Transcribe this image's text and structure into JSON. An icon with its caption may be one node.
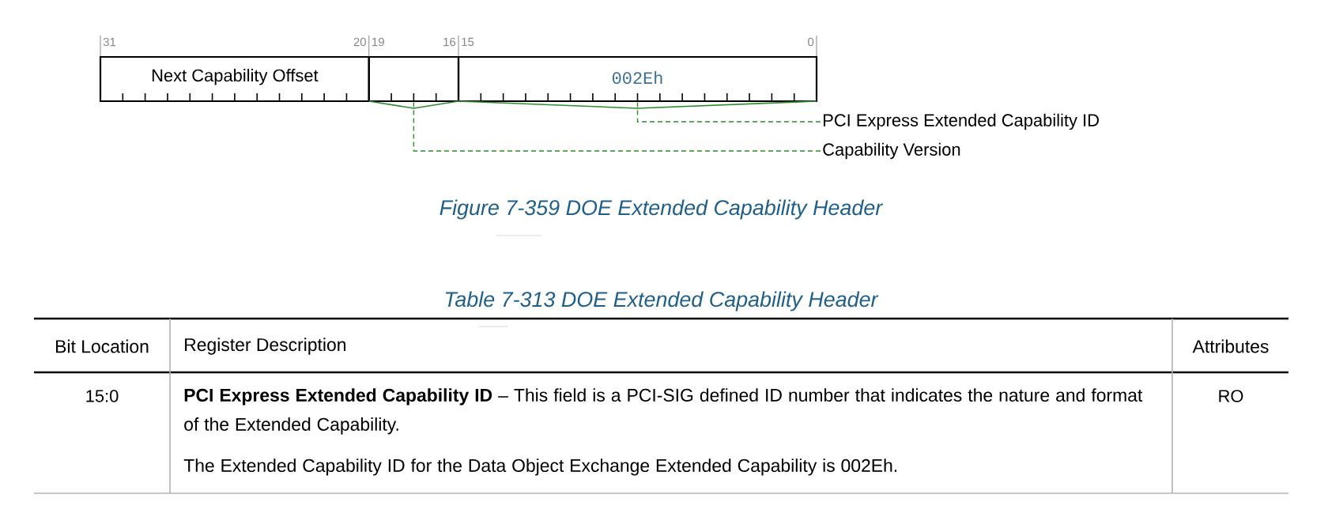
{
  "diagram": {
    "caption": "Figure 7-359 DOE Extended Capability Header",
    "nodes": [
      {
        "text": [
          "Next Capability Offset"
        ]
      },
      {
        "text": [],
        "shape": "box"
      },
      {
        "text": [
          "002Eh"
        ]
      },
      {
        "text": [
          "PCI Express Extended Capability ID"
        ]
      },
      {
        "text": [
          "Capability Version"
        ]
      }
    ],
    "edges": [
      {
        "from": 3,
        "to": 2,
        "arrow": "none",
        "style": "dashed",
        "color": "#2e8b2e"
      },
      {
        "from": 4,
        "to": 1,
        "arrow": "none",
        "style": "dashed",
        "color": "#2e8b2e"
      }
    ],
    "labels": [
      "31",
      "20",
      "19",
      "16",
      "15",
      "0",
      "Table 7-313 DOE Extended Capability Header",
      "Bit Location",
      "Register Description",
      "Attributes",
      "15:0",
      "**PCI Express Extended Capability ID** – This field is a PCI-SIG defined ID number that indicates the nature and format of the Extended Capability.",
      "The Extended Capability ID for the Data Object Exchange Extended Capability is 002Eh.",
      "RO"
    ]
  }
}
